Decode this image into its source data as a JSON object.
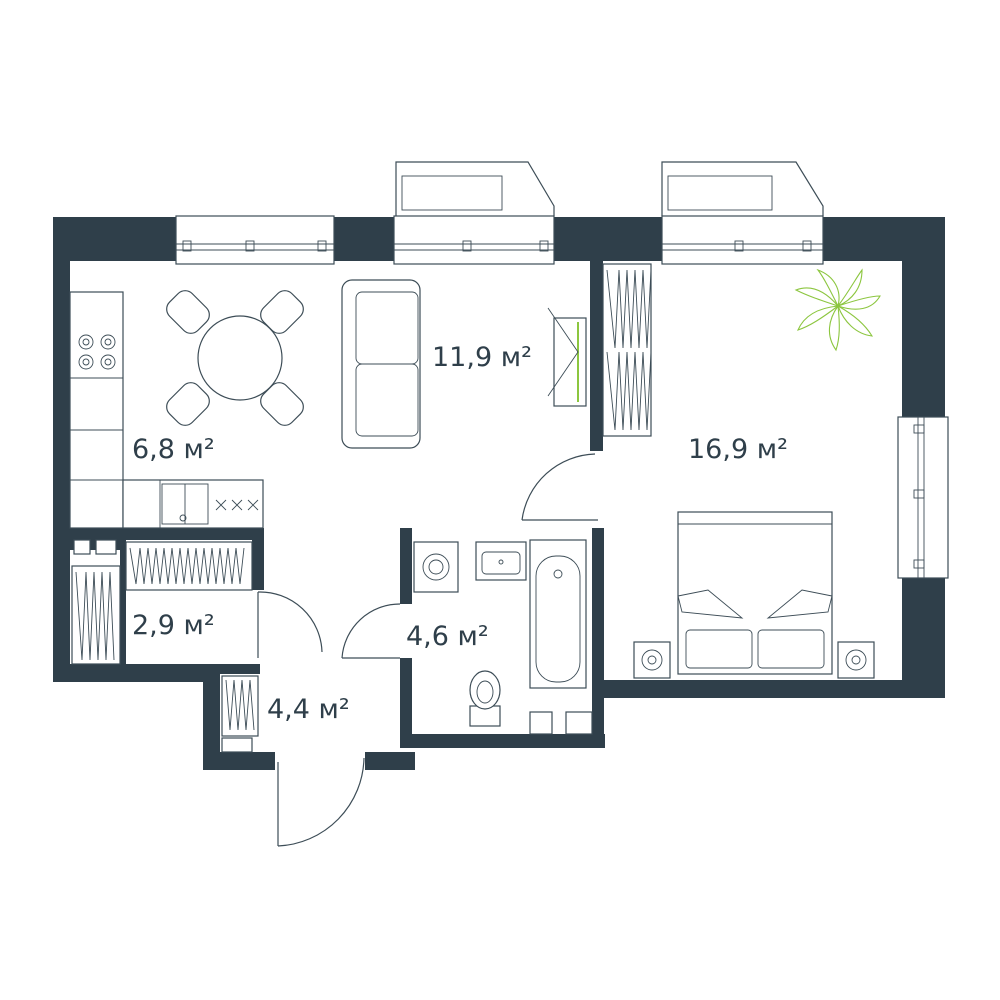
{
  "floor_plan": {
    "colors": {
      "wall": "#2f3f4a",
      "fixture": "#3d4d57",
      "accent": "#8cc63f",
      "background": "#ffffff"
    },
    "rooms": [
      {
        "id": "kitchen",
        "area_label": "6,8 м²"
      },
      {
        "id": "living",
        "area_label": "11,9 м²"
      },
      {
        "id": "bedroom",
        "area_label": "16,9 м²"
      },
      {
        "id": "storage",
        "area_label": "2,9 м²"
      },
      {
        "id": "bathroom",
        "area_label": "4,6 м²"
      },
      {
        "id": "hallway",
        "area_label": "4,4 м²"
      }
    ],
    "icons": [
      "stove-icon",
      "sink-icon",
      "dining-table-icon",
      "chair-icon",
      "sofa-icon",
      "tv-icon",
      "wardrobe-icon",
      "plant-icon",
      "bed-icon",
      "nightstand-icon",
      "washing-machine-icon",
      "bathtub-icon",
      "toilet-icon",
      "washbasin-icon",
      "window-icon",
      "balcony-icon",
      "door-icon"
    ]
  }
}
